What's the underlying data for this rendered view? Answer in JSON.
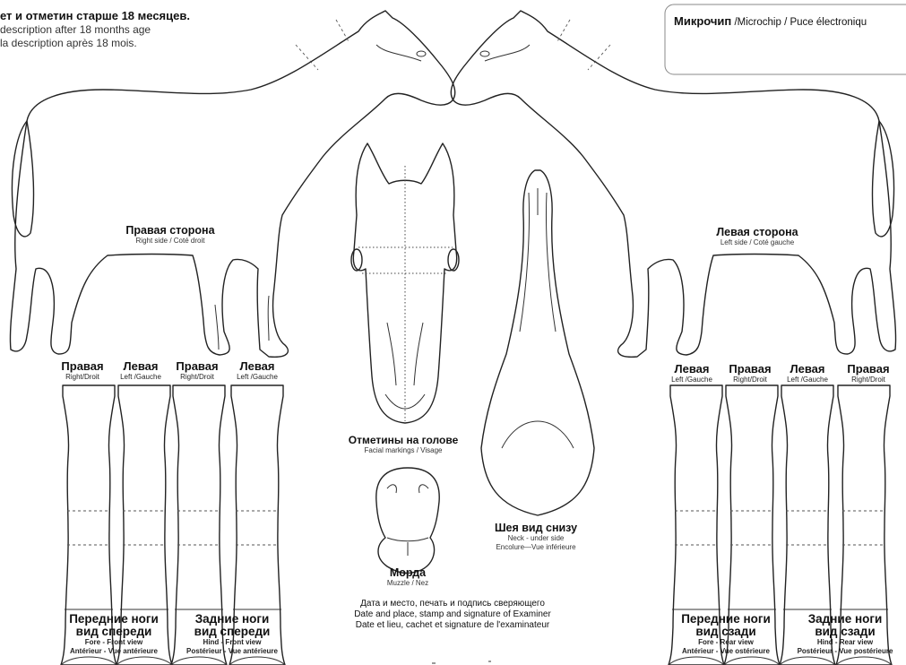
{
  "header": {
    "title_ru": "ет и отметин старше 18 месяцев.",
    "title_en": "description after 18 months age",
    "title_fr": "la description après 18 mois."
  },
  "microchip": {
    "label_ru": "Микрочип",
    "label_rest": " /Microchip / Puce électroniqu"
  },
  "right_side": {
    "ru": "Правая сторона",
    "sub": "Right side / Coté droit"
  },
  "left_side": {
    "ru": "Левая сторона",
    "sub": "Left side / Coté gauche"
  },
  "left_legs": [
    {
      "ru": "Правая",
      "sub": "Right/Droit"
    },
    {
      "ru": "Левая",
      "sub": "Left /Gauche"
    },
    {
      "ru": "Правая",
      "sub": "Right/Droit"
    },
    {
      "ru": "Левая",
      "sub": "Left /Gauche"
    }
  ],
  "right_legs": [
    {
      "ru": "Левая",
      "sub": "Left /Gauche"
    },
    {
      "ru": "Правая",
      "sub": "Right/Droit"
    },
    {
      "ru": "Левая",
      "sub": "Left /Gauche"
    },
    {
      "ru": "Правая",
      "sub": "Right/Droit"
    }
  ],
  "facial": {
    "ru": "Отметины на голове",
    "sub": "Facial markings / Visage"
  },
  "neck": {
    "ru": "Шея вид снизу",
    "sub1": "Neck - under side",
    "sub2": "Encolure—Vue inférieure"
  },
  "muzzle": {
    "ru": "Морда",
    "sub": "Muzzle / Nez"
  },
  "examiner": {
    "ru": "Дата и место, печать и подпись сверяющего",
    "en": "Date and place, stamp and signature of Examiner",
    "fr": "Date et lieu, cachet et signature de l'examinateur"
  },
  "fore_front": {
    "ru1": "Передние ноги",
    "ru2": "вид спереди",
    "en": "Fore - Front view",
    "fr": "Antérieur - Vue antérieure"
  },
  "hind_front": {
    "ru1": "Задние ноги",
    "ru2": "вид спереди",
    "en": "Hind - Front view",
    "fr": "Postérieur - Vue antérieure"
  },
  "fore_rear": {
    "ru1": "Передние ноги",
    "ru2": "вид сзади",
    "en": "Fore - Rear view",
    "fr": "Antérieur - Vue ostérieure"
  },
  "hind_rear": {
    "ru1": "Задние ноги",
    "ru2": "вид сзади",
    "en": "Hind - Rear view",
    "fr": "Postérieur - Vue postérieure"
  }
}
